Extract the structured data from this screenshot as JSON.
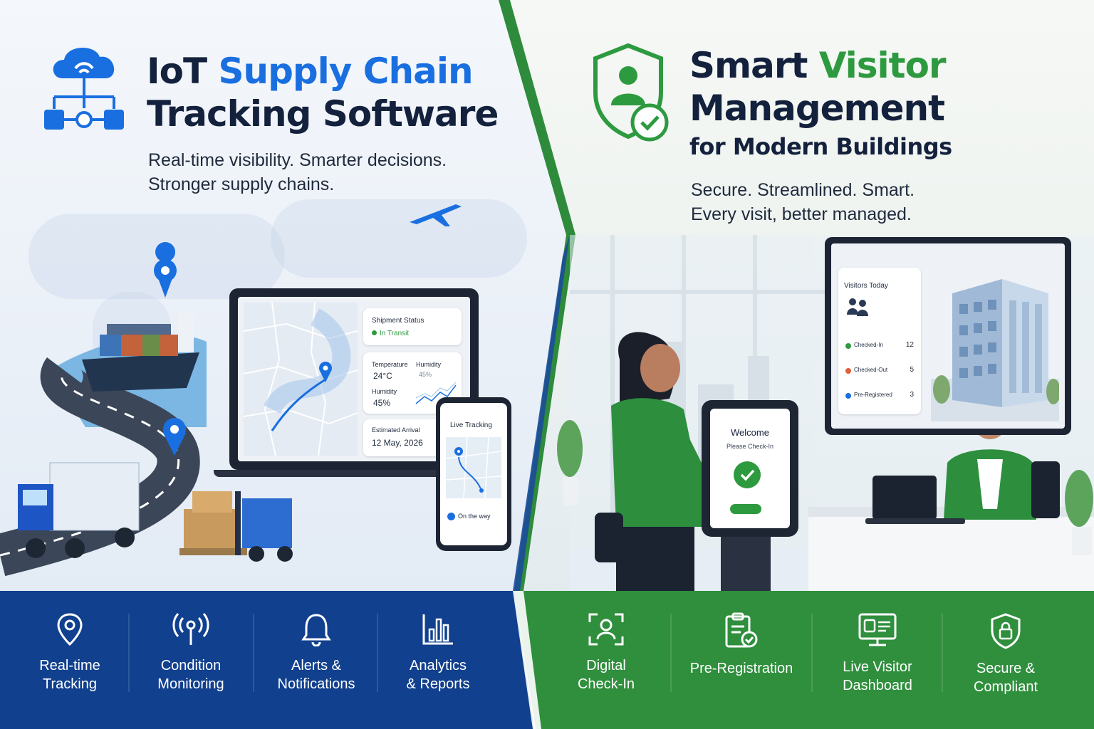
{
  "left": {
    "title_prefix": "IoT ",
    "title_highlight": "Supply Chain",
    "title_line2": "Tracking Software",
    "subtitle_line1": "Real-time visibility. Smarter decisions.",
    "subtitle_line2": "Stronger supply chains.",
    "dashboard": {
      "shipment_status_label": "Shipment Status",
      "shipment_status_value": "In Transit",
      "temperature_label": "Temperature",
      "temperature_value": "24°C",
      "humidity_label": "Humidity",
      "humidity_value": "45%",
      "humidity_chart_label": "Humidity",
      "humidity_chart_value": "45%",
      "eta_label": "Estimated Arrival",
      "eta_value": "12 May, 2026"
    },
    "phone": {
      "title": "Live Tracking",
      "status": "On the way"
    },
    "features": [
      {
        "line1": "Real-time",
        "line2": "Tracking",
        "icon": "location-pin-icon"
      },
      {
        "line1": "Condition",
        "line2": "Monitoring",
        "icon": "signal-icon"
      },
      {
        "line1": "Alerts &",
        "line2": "Notifications",
        "icon": "bell-icon"
      },
      {
        "line1": "Analytics",
        "line2": "& Reports",
        "icon": "bar-chart-icon"
      }
    ]
  },
  "right": {
    "title_prefix": "Smart ",
    "title_highlight": "Visitor",
    "title_line2": "Management",
    "title_line3": "for Modern Buildings",
    "subtitle_line1": "Secure. Streamlined. Smart.",
    "subtitle_line2": "Every visit, better managed.",
    "screen": {
      "title": "Visitors Today",
      "rows": [
        {
          "label": "Checked-In",
          "value": "12",
          "color": "#2e9a3f"
        },
        {
          "label": "Checked-Out",
          "value": "5",
          "color": "#e0603a"
        },
        {
          "label": "Pre-Registered",
          "value": "3",
          "color": "#1a6fe0"
        }
      ]
    },
    "kiosk": {
      "welcome": "Welcome",
      "prompt": "Please Check-In"
    },
    "features": [
      {
        "line1": "Digital",
        "line2": "Check-In",
        "icon": "face-scan-icon"
      },
      {
        "line1": "Pre-Registration",
        "line2": "",
        "icon": "clipboard-check-icon"
      },
      {
        "line1": "Live Visitor",
        "line2": "Dashboard",
        "icon": "monitor-user-icon"
      },
      {
        "line1": "Secure &",
        "line2": "Compliant",
        "icon": "shield-lock-icon"
      }
    ]
  },
  "colors": {
    "left_band": "#11408e",
    "right_band": "#2f8f3d",
    "accent_blue": "#1a6fe0",
    "accent_green": "#2e9a3f"
  }
}
